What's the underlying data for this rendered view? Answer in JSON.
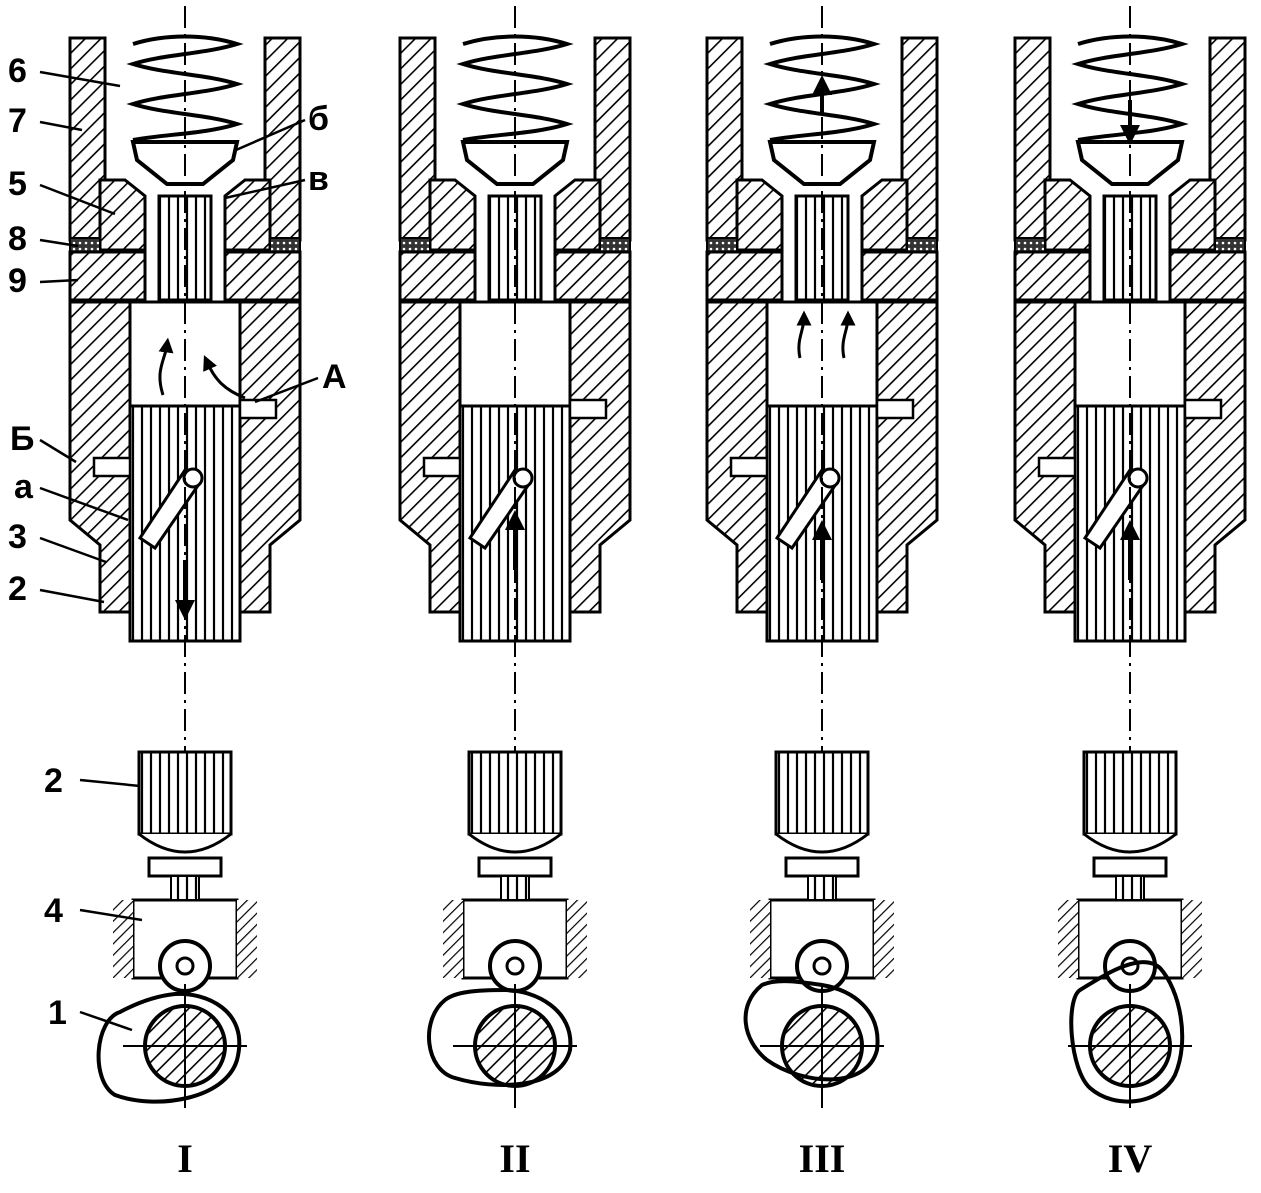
{
  "labels": {
    "l6": "6",
    "l7": "7",
    "l5": "5",
    "l8": "8",
    "l9": "9",
    "lB": "Б",
    "la": "а",
    "l3": "3",
    "l2": "2",
    "lb": "б",
    "lv": "в",
    "lA": "А",
    "l2b": "2",
    "l4": "4",
    "l1": "1"
  },
  "stages": [
    "I",
    "II",
    "III",
    "IV"
  ]
}
